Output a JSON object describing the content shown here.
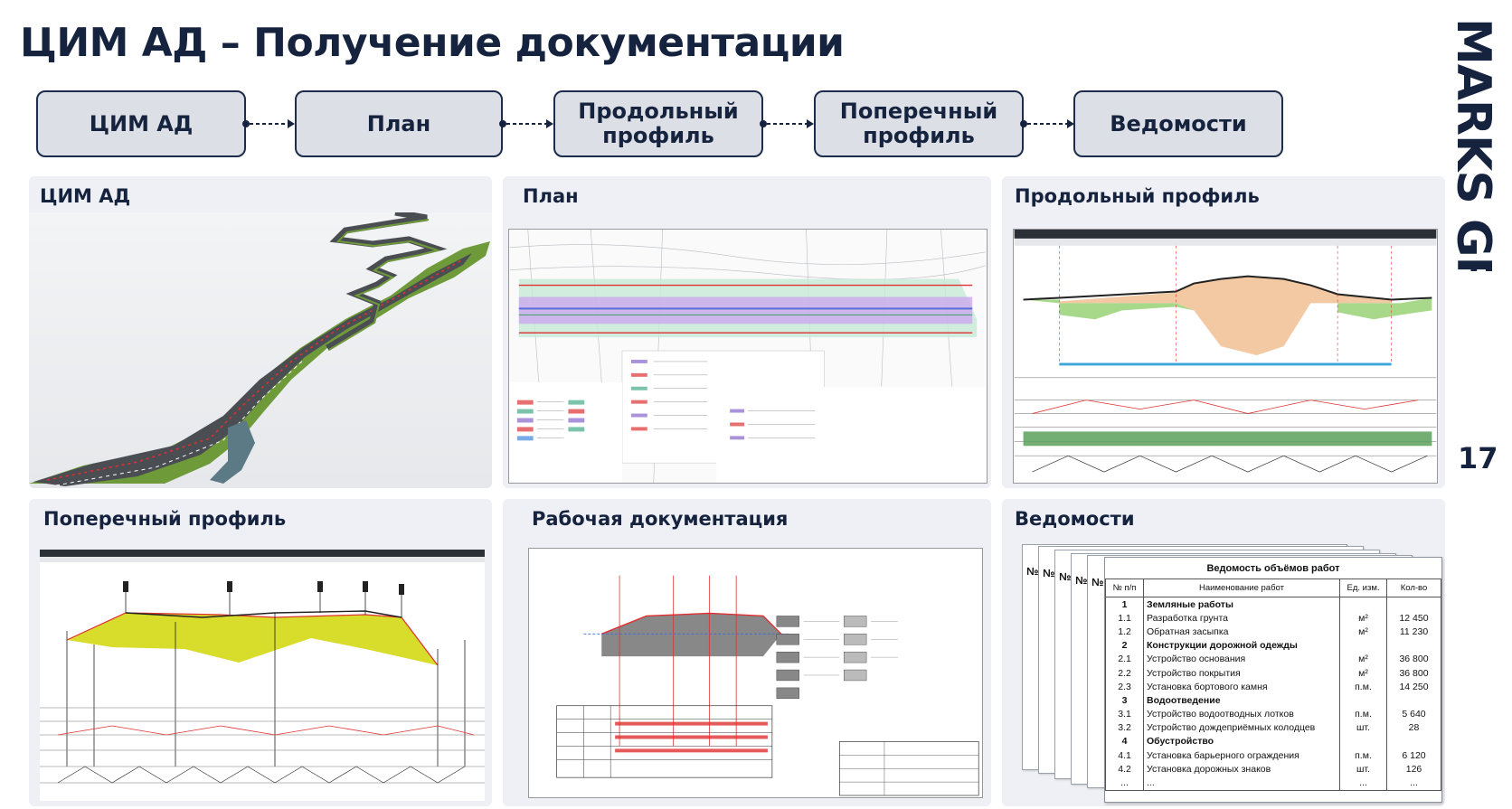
{
  "title": "ЦИМ АД – Получение документации",
  "brand": "MARKS GROUP",
  "page_number": "17",
  "flow": [
    {
      "label": "ЦИМ АД"
    },
    {
      "label": "План"
    },
    {
      "label": "Продольный\nпрофиль"
    },
    {
      "label": "Поперечный\nпрофиль"
    },
    {
      "label": "Ведомости"
    }
  ],
  "panels": {
    "tsim": {
      "title": "ЦИМ АД"
    },
    "plan": {
      "title": "План"
    },
    "long_profile": {
      "title": "Продольный профиль"
    },
    "cross_profile": {
      "title": "Поперечный профиль"
    },
    "working_docs": {
      "title": "Рабочая документация"
    },
    "statements": {
      "title": "Ведомости"
    }
  },
  "statement_sheet": {
    "title": "Ведомость объёмов работ",
    "back_header": "№",
    "columns": [
      "№ п/п",
      "Наименование работ",
      "Ед. изм.",
      "Кол-во"
    ],
    "rows": [
      {
        "num": "1",
        "name": "Земляные работы",
        "unit": "",
        "qty": "",
        "section": true
      },
      {
        "num": "1.1",
        "name": "Разработка грунта",
        "unit": "м²",
        "qty": "12 450",
        "section": false
      },
      {
        "num": "1.2",
        "name": "Обратная засыпка",
        "unit": "м²",
        "qty": "11 230",
        "section": false
      },
      {
        "num": "2",
        "name": "Конструкции дорожной одежды",
        "unit": "",
        "qty": "",
        "section": true
      },
      {
        "num": "2.1",
        "name": "Устройство основания",
        "unit": "м²",
        "qty": "36 800",
        "section": false
      },
      {
        "num": "2.2",
        "name": "Устройство покрытия",
        "unit": "м²",
        "qty": "36 800",
        "section": false
      },
      {
        "num": "2.3",
        "name": "Установка бортового камня",
        "unit": "п.м.",
        "qty": "14 250",
        "section": false
      },
      {
        "num": "3",
        "name": "Водоотведение",
        "unit": "",
        "qty": "",
        "section": true
      },
      {
        "num": "3.1",
        "name": "Устройство водоотводных лотков",
        "unit": "п.м.",
        "qty": "5 640",
        "section": false
      },
      {
        "num": "3.2",
        "name": "Устройство дождеприёмных колодцев",
        "unit": "шт.",
        "qty": "28",
        "section": false
      },
      {
        "num": "4",
        "name": "Обустройство",
        "unit": "",
        "qty": "",
        "section": true
      },
      {
        "num": "4.1",
        "name": "Установка барьерного ограждения",
        "unit": "п.м.",
        "qty": "6 120",
        "section": false
      },
      {
        "num": "4.2",
        "name": "Установка дорожных знаков",
        "unit": "шт.",
        "qty": "126",
        "section": false
      },
      {
        "num": "...",
        "name": "...",
        "unit": "...",
        "qty": "...",
        "section": false
      }
    ]
  },
  "colors": {
    "navy": "#16233f",
    "step_fill": "#dcdfe5",
    "panel_bg": "#eef0f5",
    "road_green": "#6f9a3a",
    "profile_orange": "#f2c9a2",
    "profile_green": "#a8d88a",
    "cross_yellow": "#d8dc2a",
    "marking_red": "#e03030"
  }
}
